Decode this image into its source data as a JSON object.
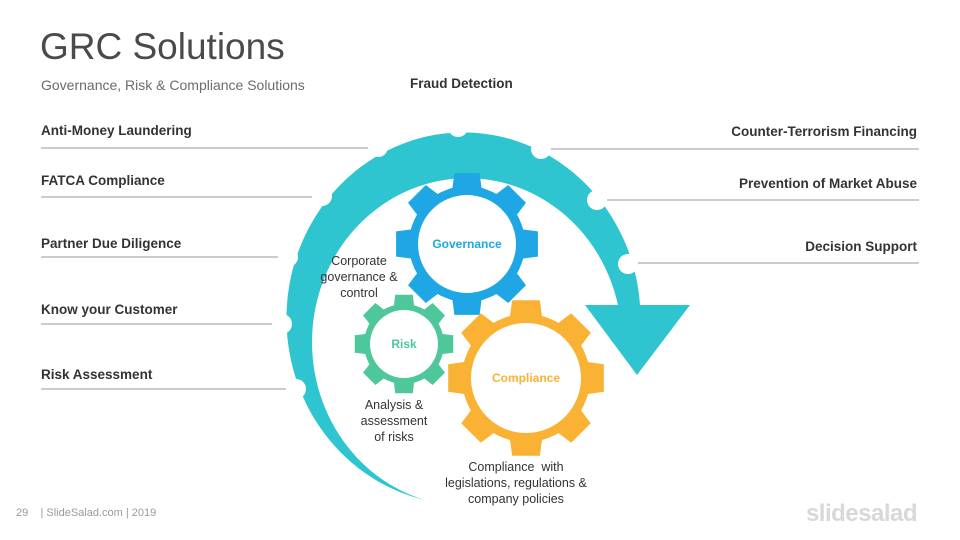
{
  "header": {
    "title": "GRC Solutions",
    "subtitle": "Governance, Risk & Compliance  Solutions"
  },
  "top_item": "Fraud Detection",
  "left_items": [
    "Anti-Money Laundering",
    "FATCA Compliance",
    "Partner Due Diligence",
    "Know your Customer",
    "Risk Assessment"
  ],
  "right_items": [
    "Counter-Terrorism Financing",
    "Prevention of Market Abuse",
    "Decision Support"
  ],
  "gears": {
    "governance": {
      "label": "Governance",
      "color": "#1ea7e4"
    },
    "risk": {
      "label": "Risk",
      "color": "#4ec89a"
    },
    "compliance": {
      "label": "Compliance",
      "color": "#f9b233"
    }
  },
  "captions": {
    "governance": "Corporate\ngovernance &\ncontrol",
    "risk": "Analysis &\nassessment\nof risks",
    "compliance": "Compliance  with\nlegislations, regulations &\ncompany policies"
  },
  "colors": {
    "arrow": "#2ec4d0"
  },
  "footer": {
    "page": "29",
    "source": "| SlideSalad.com | 2019",
    "brand": "slidesalad"
  }
}
